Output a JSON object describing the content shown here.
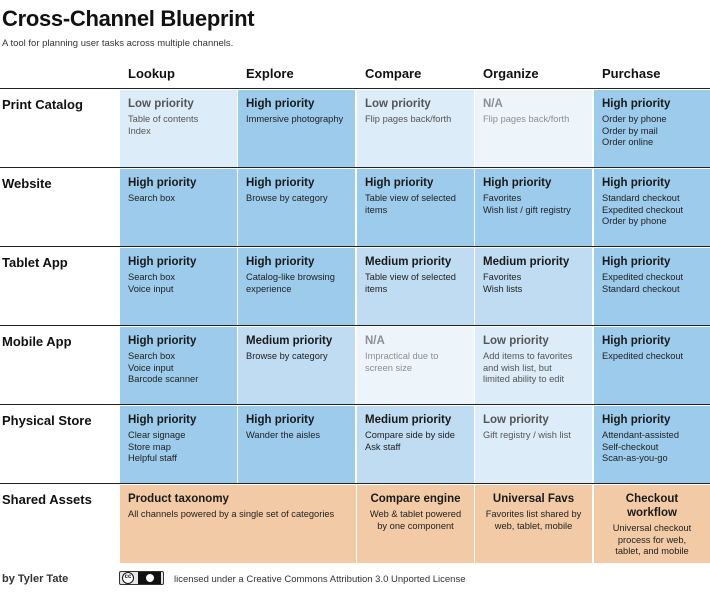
{
  "title": "Cross-Channel Blueprint",
  "subtitle": "A tool for planning user tasks across multiple channels.",
  "columns": [
    "Lookup",
    "Explore",
    "Compare",
    "Organize",
    "Purchase"
  ],
  "rows": [
    {
      "label": "Print Catalog",
      "cells": [
        {
          "priority": "Low priority",
          "level": "low",
          "details": [
            "Table of contents",
            "Index"
          ]
        },
        {
          "priority": "High priority",
          "level": "high",
          "details": [
            "Immersive photography"
          ]
        },
        {
          "priority": "Low priority",
          "level": "low",
          "details": [
            "Flip pages back/forth"
          ]
        },
        {
          "priority": "N/A",
          "level": "na",
          "details": [
            "Flip pages back/forth"
          ]
        },
        {
          "priority": "High priority",
          "level": "high",
          "details": [
            "Order by phone",
            "Order by mail",
            "Order online"
          ]
        }
      ]
    },
    {
      "label": "Website",
      "cells": [
        {
          "priority": "High priority",
          "level": "high",
          "details": [
            "Search box"
          ]
        },
        {
          "priority": "High priority",
          "level": "high",
          "details": [
            "Browse by category"
          ]
        },
        {
          "priority": "High priority",
          "level": "high",
          "details": [
            "Table view of selected",
            "items"
          ]
        },
        {
          "priority": "High priority",
          "level": "high",
          "details": [
            "Favorites",
            "Wish list / gift registry"
          ]
        },
        {
          "priority": "High priority",
          "level": "high",
          "details": [
            "Standard checkout",
            "Expedited checkout",
            "Order by phone"
          ]
        }
      ]
    },
    {
      "label": "Tablet App",
      "cells": [
        {
          "priority": "High priority",
          "level": "high",
          "details": [
            "Search box",
            "Voice input"
          ]
        },
        {
          "priority": "High priority",
          "level": "high",
          "details": [
            "Catalog-like browsing",
            "experience"
          ]
        },
        {
          "priority": "Medium priority",
          "level": "medium",
          "details": [
            "Table view of selected",
            "items"
          ]
        },
        {
          "priority": "Medium priority",
          "level": "medium",
          "details": [
            "Favorites",
            "Wish lists"
          ]
        },
        {
          "priority": "High priority",
          "level": "high",
          "details": [
            "Expedited checkout",
            "Standard checkout"
          ]
        }
      ]
    },
    {
      "label": "Mobile App",
      "cells": [
        {
          "priority": "High priority",
          "level": "high",
          "details": [
            "Search box",
            "Voice input",
            "Barcode scanner"
          ]
        },
        {
          "priority": "Medium priority",
          "level": "medium",
          "details": [
            "Browse by category"
          ]
        },
        {
          "priority": "N/A",
          "level": "na",
          "details": [
            "Impractical due to",
            "screen size"
          ]
        },
        {
          "priority": "Low priority",
          "level": "low",
          "details": [
            "Add items to favorites",
            "and wish list, but",
            "limited ability to edit"
          ]
        },
        {
          "priority": "High priority",
          "level": "high",
          "details": [
            "Expedited checkout"
          ]
        }
      ]
    },
    {
      "label": "Physical Store",
      "cells": [
        {
          "priority": "High priority",
          "level": "high",
          "details": [
            "Clear signage",
            "Store map",
            "Helpful staff"
          ]
        },
        {
          "priority": "High priority",
          "level": "high",
          "details": [
            "Wander the aisles"
          ]
        },
        {
          "priority": "Medium priority",
          "level": "medium",
          "details": [
            "Compare side by side",
            "Ask staff"
          ]
        },
        {
          "priority": "Low priority",
          "level": "low",
          "details": [
            "Gift registry / wish list"
          ]
        },
        {
          "priority": "High priority",
          "level": "high",
          "details": [
            "Attendant-assisted",
            "Self-checkout",
            "Scan-as-you-go"
          ]
        }
      ]
    }
  ],
  "shared": {
    "label": "Shared Assets",
    "taxonomy": {
      "title": "Product taxonomy",
      "details": [
        "All channels powered by a single set of categories"
      ]
    },
    "compare": {
      "title": "Compare engine",
      "details": [
        "Web & tablet powered",
        "by one component"
      ]
    },
    "favs": {
      "title": "Universal Favs",
      "details": [
        "Favorites list shared by",
        "web, tablet, mobile"
      ]
    },
    "checkout": {
      "title": "Checkout workflow",
      "details": [
        "Universal checkout",
        "process for web,",
        "tablet, and mobile"
      ]
    }
  },
  "footer": {
    "author": "by Tyler Tate",
    "badge_icon": "creative-commons-by-badge",
    "license": "licensed under a Creative Commons Attribution 3.0 Unported License"
  },
  "colors": {
    "high": "#9ccbec",
    "medium": "#bfdcf2",
    "low": "#dcecf8",
    "na": "#edf4fa",
    "shared": "#f2cba6"
  }
}
